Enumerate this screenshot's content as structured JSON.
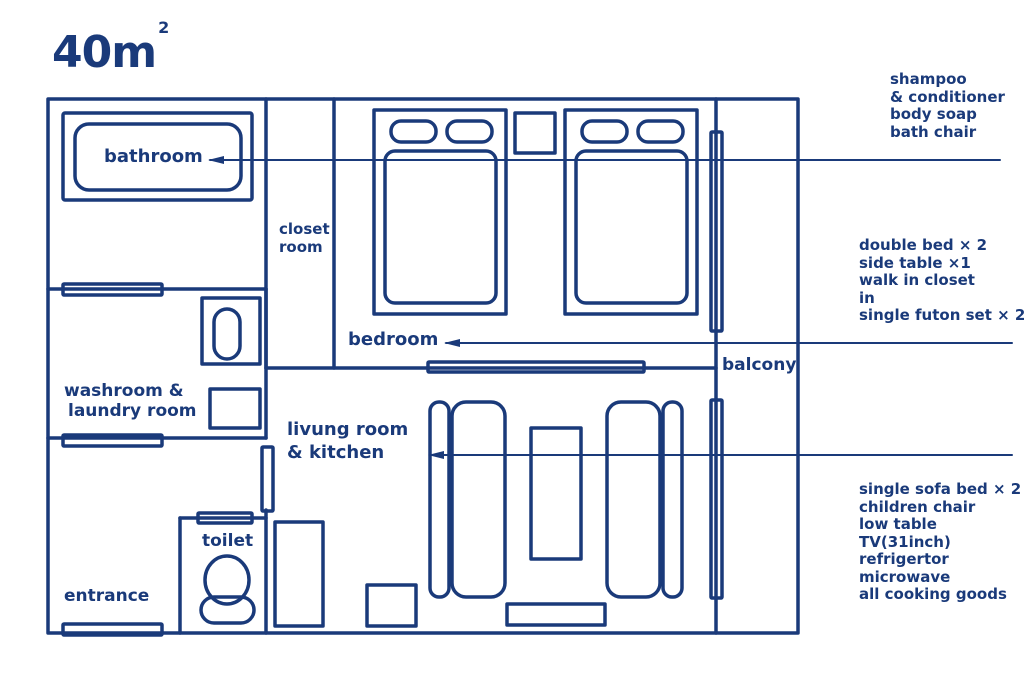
{
  "title": {
    "area_number": "40m",
    "area_sup": "2"
  },
  "rooms": {
    "bathroom": "bathroom",
    "closet_line1": "closet",
    "closet_line2": "room",
    "bedroom": "bedroom",
    "balcony": "balcony",
    "washroom_line1": "washroom &",
    "washroom_line2": "laundry room",
    "living_line1": "livung room",
    "living_line2": "& kitchen",
    "toilet": "toilet",
    "entrance": "entrance"
  },
  "amenities": {
    "bathroom": [
      "shampoo",
      "& conditioner",
      "body soap",
      "bath chair"
    ],
    "bedroom": [
      "double bed × 2",
      "side table ×1",
      "walk in closet",
      "in",
      "single futon set × 2"
    ],
    "living": [
      "single sofa bed × 2",
      "children chair",
      "low table",
      "TV(31inch)",
      "refrigertor",
      "microwave",
      "all cooking goods"
    ]
  },
  "colors": {
    "line": "#1a3a7a",
    "background": "#ffffff"
  }
}
